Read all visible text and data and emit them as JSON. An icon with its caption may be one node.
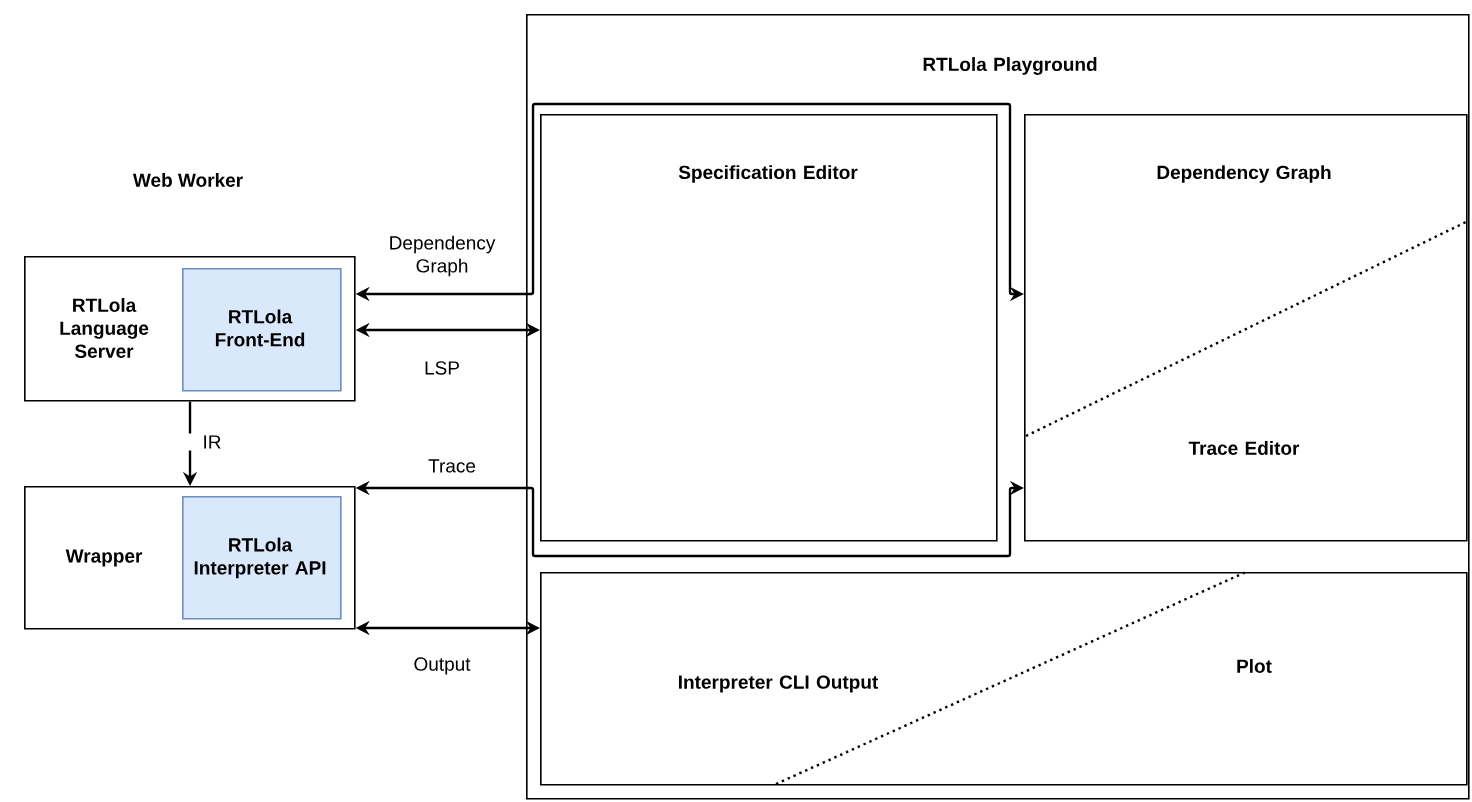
{
  "diagram": {
    "nodes": [
      {
        "text": [
          "RTLola Playground"
        ]
      },
      {
        "text": [
          "Specification Editor"
        ],
        "in": 0
      },
      {
        "text": [
          "Dependency Graph",
          "Trace Editor"
        ],
        "in": 0
      },
      {
        "text": [
          "Interpreter CLI Output",
          "Plot"
        ],
        "in": 0
      },
      {
        "text": [
          "RTLola Language Server"
        ]
      },
      {
        "text": [
          "RTLola Front-End"
        ],
        "in": 4
      },
      {
        "text": [
          "Wrapper"
        ]
      },
      {
        "text": [
          "RTLola Interpreter API"
        ],
        "in": 6
      }
    ],
    "edges": [
      {
        "from": 4,
        "to": 2,
        "arrow": "both",
        "label": "Dependency Graph"
      },
      {
        "from": 4,
        "to": 1,
        "arrow": "both",
        "label": "LSP"
      },
      {
        "from": 4,
        "to": 6,
        "arrow": "to",
        "label": "IR"
      },
      {
        "from": 6,
        "to": 2,
        "arrow": "both",
        "label": "Trace"
      },
      {
        "from": 6,
        "to": 3,
        "arrow": "both",
        "label": "Output"
      }
    ],
    "labels": [
      "Web Worker"
    ]
  }
}
